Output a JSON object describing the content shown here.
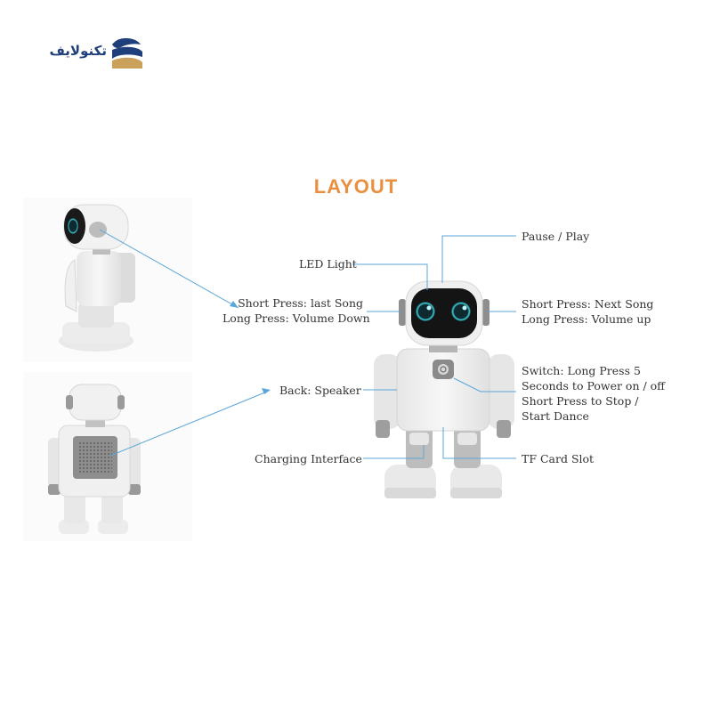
{
  "brand": {
    "name": "تکنولایف",
    "colors": {
      "navy": "#1f3f7a",
      "gold": "#c9a15a"
    }
  },
  "title": "LAYOUT",
  "title_color": "#e98f3f",
  "line_color": "#5aa6d8",
  "callouts": {
    "left_press": [
      "Short Press: last Song",
      "Long Press: Volume Down"
    ],
    "back_speaker": "Back: Speaker",
    "led_light": "LED Light",
    "pause_play": "Pause / Play",
    "right_press": [
      "Short Press: Next Song",
      "Long Press: Volume up"
    ],
    "switch": [
      "Switch: Long Press 5",
      "Seconds to Power on / off",
      "Short Press to Stop /",
      "Start Dance"
    ],
    "charging": "Charging Interface",
    "tf_card": "TF Card Slot"
  }
}
